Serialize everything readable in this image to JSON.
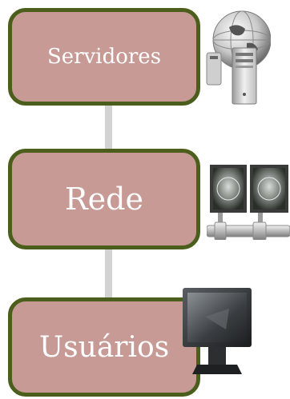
{
  "diagram": {
    "nodes": [
      {
        "label": "Servidores",
        "icon": "server-globe-icon"
      },
      {
        "label": "Rede",
        "icon": "network-monitors-icon"
      },
      {
        "label": "Usuários",
        "icon": "user-monitor-icon"
      }
    ],
    "colors": {
      "box_fill": "#c79a96",
      "box_border": "#4b5e1b",
      "label": "#ffffff",
      "connector": "#d3d3d3"
    }
  }
}
